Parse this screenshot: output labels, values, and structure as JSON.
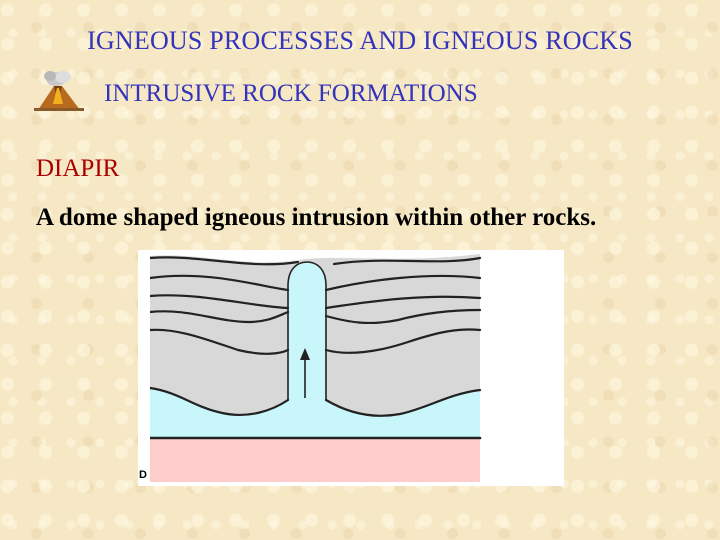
{
  "title": "IGNEOUS PROCESSES AND IGNEOUS ROCKS",
  "subtitle": "INTRUSIVE ROCK FORMATIONS",
  "heading": "DIAPIR",
  "description": "A dome shaped igneous intrusion within other rocks.",
  "icon": "volcano-icon",
  "diagram": {
    "corner_label": "D",
    "colors": {
      "rock_layers": "#d8d8d8",
      "magma": "#c8f6fa",
      "basement": "#ffcccc",
      "outline": "#222222"
    }
  },
  "colors": {
    "title": "#3333bb",
    "heading": "#aa0000",
    "text": "#000000",
    "background": "#f6e8c4"
  }
}
